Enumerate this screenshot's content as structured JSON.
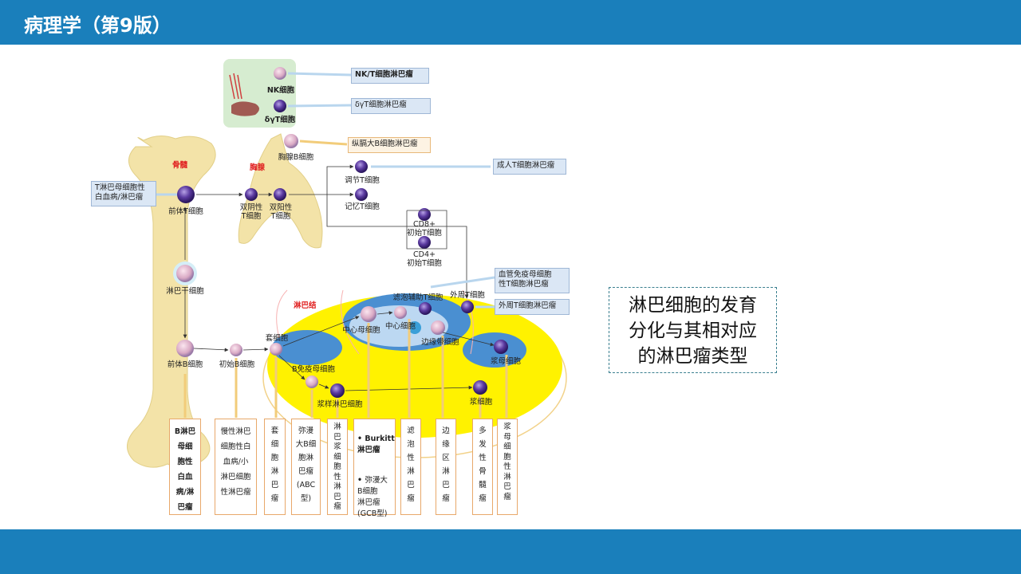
{
  "header": {
    "title": "病理学（第9版）"
  },
  "caption": "淋巴细胞的发育\n分化与其相对应\n的淋巴瘤类型",
  "regions": {
    "bone_marrow": "骨髓",
    "thymus": "胸腺",
    "lymph_node": "淋巴结"
  },
  "cells": {
    "nk": "NK细胞",
    "gdt": "δγT细胞",
    "thymic_b": "胸腺B细胞",
    "pro_t": "前体T细胞",
    "dn_t": "双阴性\nT细胞",
    "dp_t": "双阳性\nT细胞",
    "treg": "调节T细胞",
    "mem_t": "记忆T细胞",
    "cd8": "CD8+\n初始T细胞",
    "cd4": "CD4+\n初始T细胞",
    "lsc": "淋巴干细胞",
    "pro_b": "前体B细胞",
    "naive_b": "初始B细胞",
    "mantle": "套细胞",
    "immunoblast": "B免疫母细胞",
    "plasmacytoid": "浆样淋巴细胞",
    "centroblast": "中心母细胞",
    "centrocyte": "中心细胞",
    "tfh": "滤泡辅助T细胞",
    "peripheral_t": "外周T细胞",
    "marginal": "边缘带细胞",
    "plasmablast": "浆母细胞",
    "plasma": "浆细胞"
  },
  "lymphomas": {
    "nkt": "NK/T细胞淋巴瘤",
    "gdt": "δγT细胞淋巴瘤",
    "mediastinal": "纵膈大B细胞淋巴瘤",
    "adult_t": "成人T细胞淋巴瘤",
    "t_lbl": "T淋巴母细胞性\n白血病/淋巴瘤",
    "aitl": "血管免疫母细胞\n性T细胞淋巴瘤",
    "ptcl": "外周T细胞淋巴瘤"
  },
  "bottom_boxes": [
    "B淋巴\n母细\n胞性\n白血\n病/淋\n巴瘤",
    "慢性淋巴\n细胞性白\n血病/小\n淋巴细胞\n性淋巴瘤",
    "套\n细\n胞\n淋\n巴\n瘤",
    "弥漫\n大B细\n胞淋\n巴瘤\n(ABC\n型)",
    "淋\n巴\n浆\n细\n胞\n性\n淋\n巴\n瘤",
    "滤\n泡\n性\n淋\n巴\n瘤",
    "边\n缘\n区\n淋\n巴\n瘤",
    "多\n发\n性\n骨\n髓\n瘤",
    "浆\n母\n细\n胞\n性\n淋\n巴\n瘤"
  ],
  "bottom_list": [
    "Burkitt\n淋巴瘤",
    "弥漫大\nB细胞\n淋巴瘤\n(GCB型)"
  ],
  "colors": {
    "bar": "#1a7fbb",
    "bone": "#f3e3a8",
    "yellow": "#fff200",
    "follicle": "#4a8fd1",
    "cell": "#5b3aa0"
  }
}
